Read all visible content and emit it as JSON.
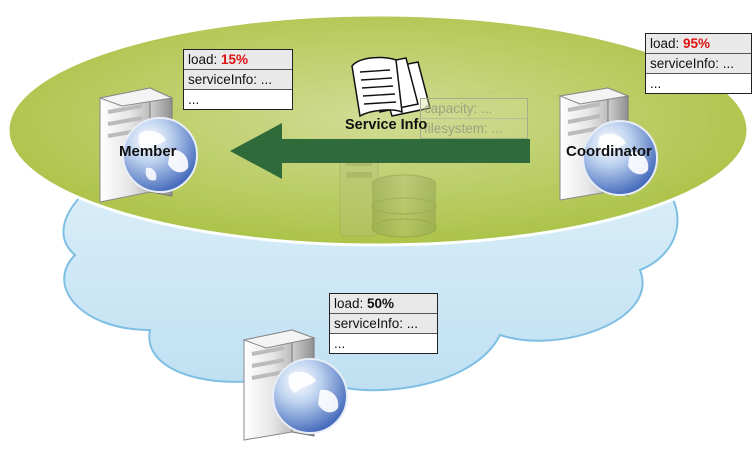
{
  "member": {
    "label": "Member",
    "load_label": "load:",
    "load_value": "15%",
    "service_info": "serviceInfo: ...",
    "ellipsis": "..."
  },
  "coordinator": {
    "label": "Coordinator",
    "load_label": "load:",
    "load_value": "95%",
    "service_info": "serviceInfo: ...",
    "ellipsis": "..."
  },
  "node3": {
    "load_label": "load:",
    "load_value": "50%",
    "service_info": "serviceInfo: ...",
    "ellipsis": "..."
  },
  "storage": {
    "capacity": "capacity: ...",
    "filesystem": "filesystem: ..."
  },
  "message": {
    "label": "Service Info"
  },
  "colors": {
    "green_region": "#b5c84a",
    "blue_cloud": "#c6e3f3",
    "arrow": "#2f6b3a",
    "highlight": "#e01010"
  }
}
